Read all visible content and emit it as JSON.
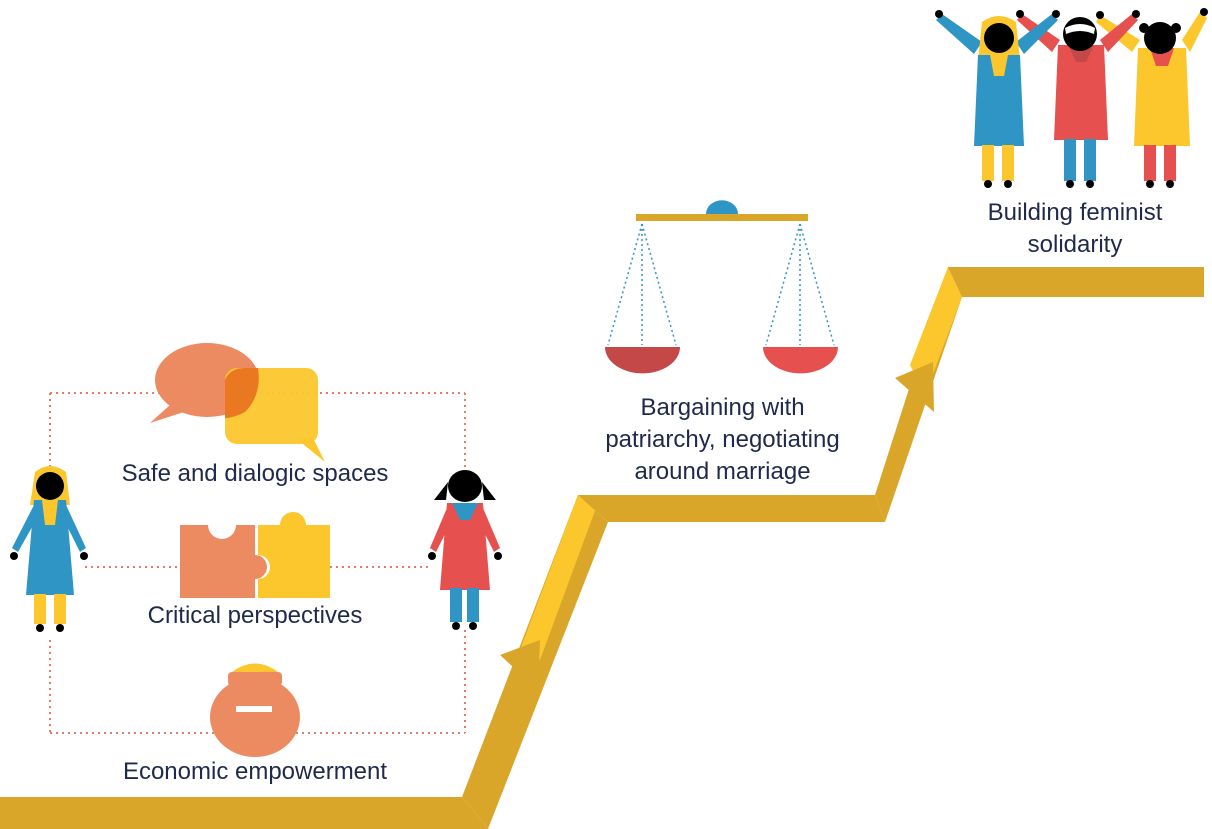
{
  "labels": {
    "safe_spaces": "Safe and dialogic spaces",
    "critical_perspectives": "Critical perspectives",
    "economic_empowerment": "Economic empowerment",
    "bargaining": [
      "Bargaining with",
      "patriarchy, negotiating",
      "around marriage"
    ],
    "solidarity": [
      "Building feminist",
      "solidarity"
    ]
  },
  "icons": {
    "speech": "speech-bubbles-icon",
    "puzzle": "puzzle-pieces-icon",
    "pot": "money-pot-icon",
    "scale": "balance-scale-icon",
    "group": "celebrating-women-icon"
  },
  "colors": {
    "path_gold": "#d9a62a",
    "path_yellow": "#fcc62d",
    "blue": "#2f95c4",
    "red": "#e6504f",
    "dark_red": "#c44848",
    "orange": "#ec8a62",
    "yellow": "#fcc62d",
    "text": "#1f2a4a"
  }
}
